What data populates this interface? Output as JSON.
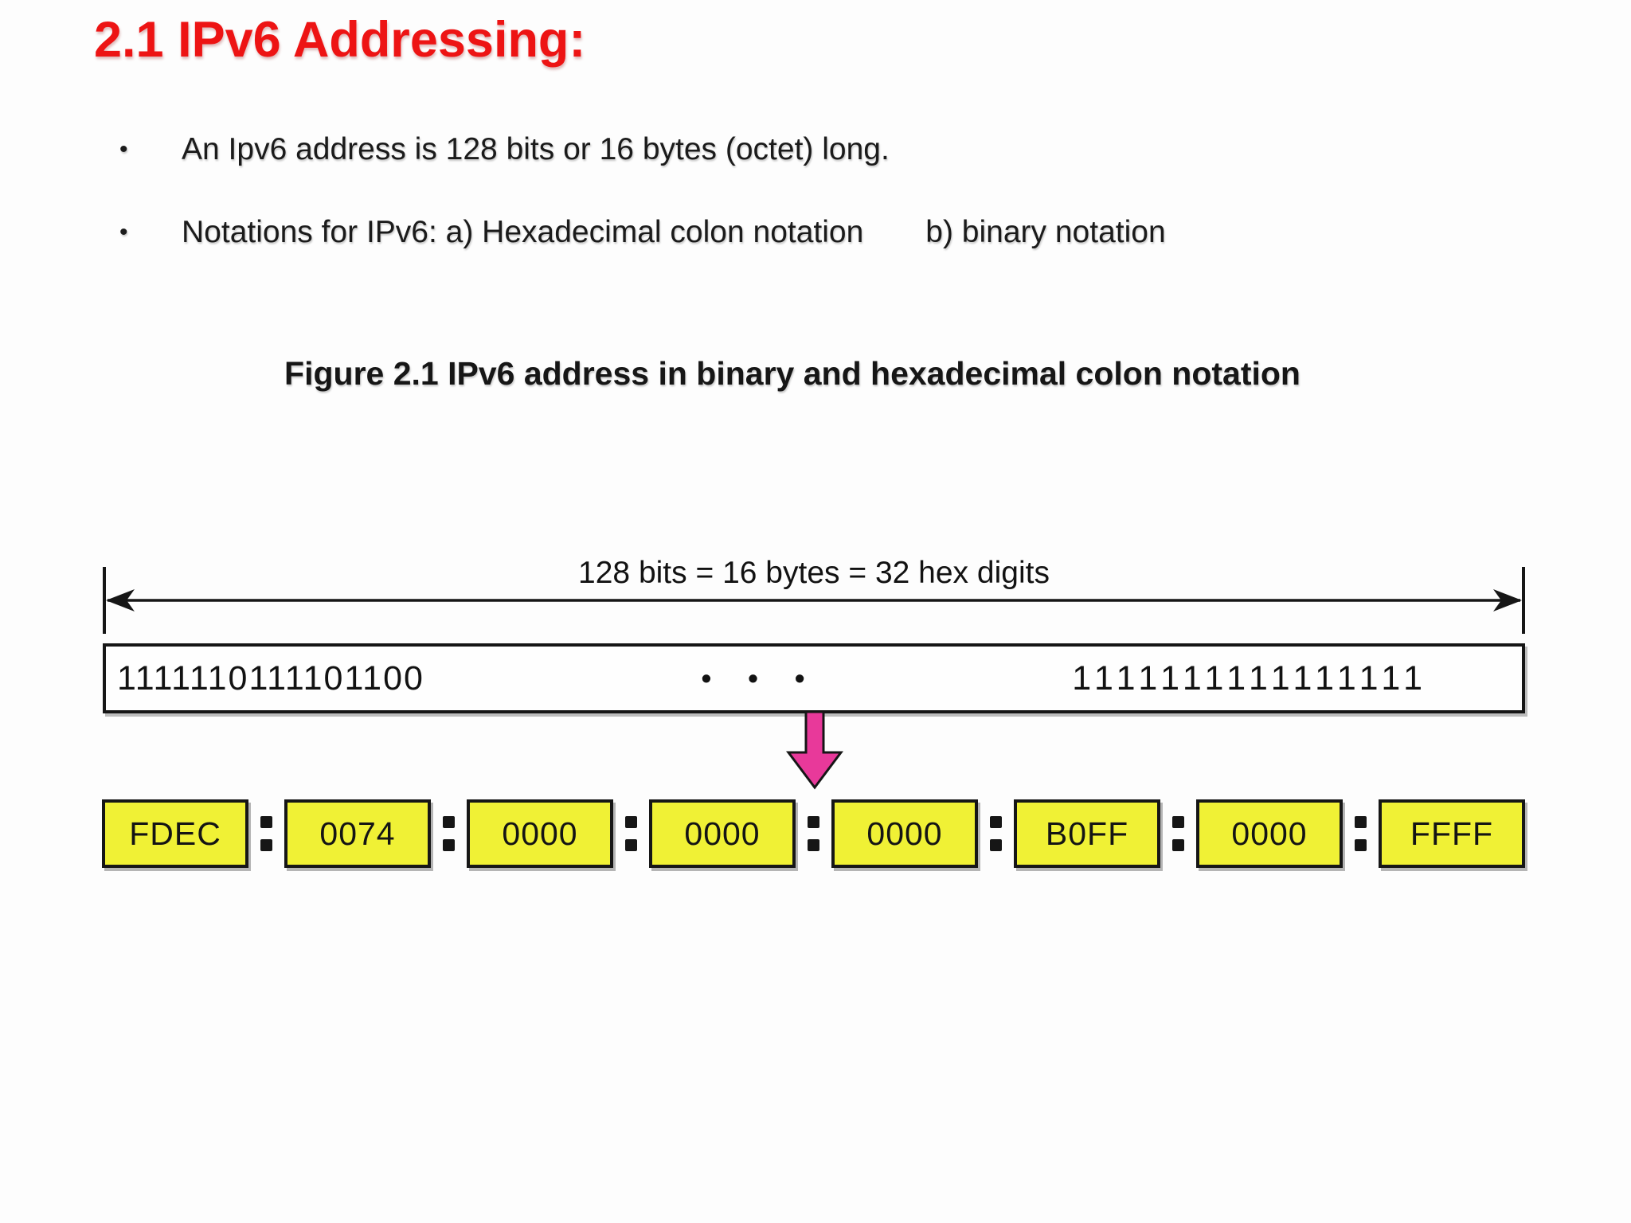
{
  "slide": {
    "title": "2.1 IPv6 Addressing:",
    "bullet_marker": "•",
    "bullets": {
      "b1": "An Ipv6 address is 128 bits or 16 bytes (octet) long.",
      "b2a": "Notations for IPv6: a) Hexadecimal colon  notation",
      "b2b": "b) binary notation"
    },
    "caption": "Figure 2.1 IPv6 address in binary and hexadecimal colon notation"
  },
  "diagram": {
    "width_label": "128 bits = 16 bytes = 32 hex digits",
    "binary_box": {
      "left_bits": "1111110111101100",
      "ellipsis": "• • •",
      "right_bits": "1111111111111111"
    },
    "hex_groups": [
      "FDEC",
      "0074",
      "0000",
      "0000",
      "0000",
      "B0FF",
      "0000",
      "FFFF"
    ],
    "separator": ":",
    "colors": {
      "title_red": "#ED1414",
      "box_yellow": "#F0F135",
      "arrow_pink": "#E8399A",
      "ink_black": "#161616",
      "background": "#FDFDFD"
    }
  }
}
